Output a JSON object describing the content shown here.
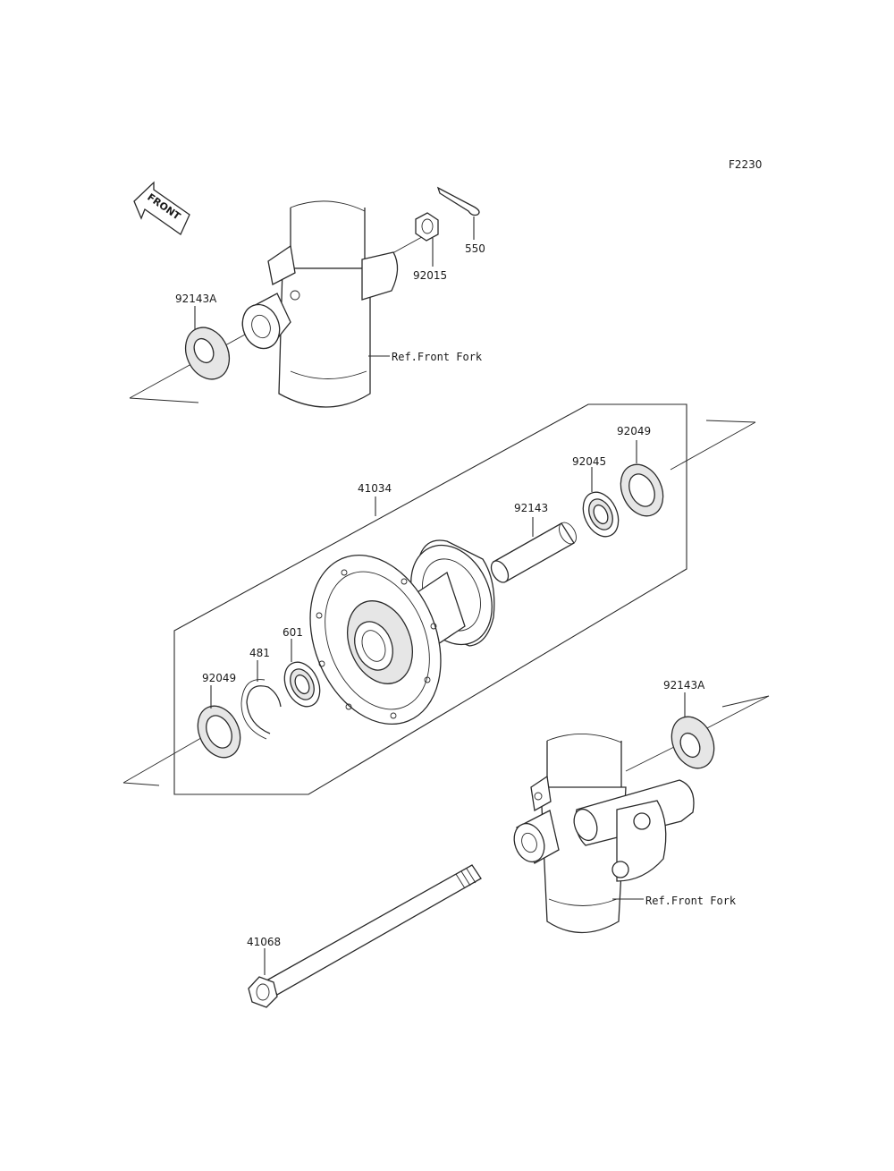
{
  "diagram": {
    "figure_code": "F2230",
    "front_arrow_text": "FRONT",
    "labels": {
      "cotter_pin": "550",
      "axle_nut": "92015",
      "spacer_left_top": "92143A",
      "ref_front_fork_top": "Ref.Front Fork",
      "hub": "41034",
      "oil_seal_right": "92049",
      "bearing_right": "92045",
      "spacer_center": "92143",
      "bearing_left": "601",
      "circlip": "481",
      "oil_seal_left": "92049",
      "spacer_right_bottom": "92143A",
      "ref_front_fork_bottom": "Ref.Front Fork",
      "axle": "41068"
    }
  }
}
